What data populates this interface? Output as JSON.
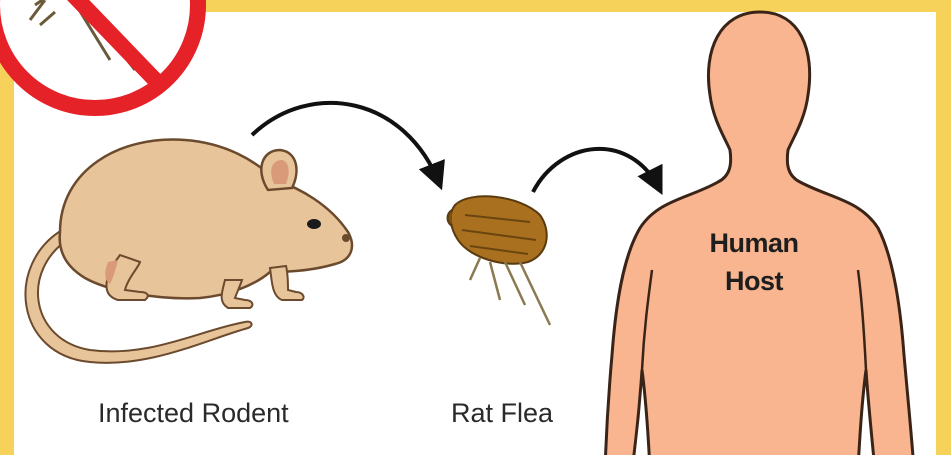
{
  "labels": {
    "rodent": "Infected Rodent",
    "flea": "Rat Flea",
    "host_line1": "Human",
    "host_line2": "Host"
  },
  "icons": [
    "no-mosquito-icon",
    "rat-illustration",
    "flea-illustration",
    "human-silhouette",
    "transmission-arrow"
  ],
  "colors": {
    "border": "#f7d25a",
    "rat_body": "#e8c49a",
    "rat_outline": "#6b4a2e",
    "rat_pink": "#d99a7a",
    "flea": "#8a5a1c",
    "human": "#f9b590",
    "human_outline": "#3a2418",
    "prohibition": "#e62229",
    "arrow": "#111111"
  }
}
